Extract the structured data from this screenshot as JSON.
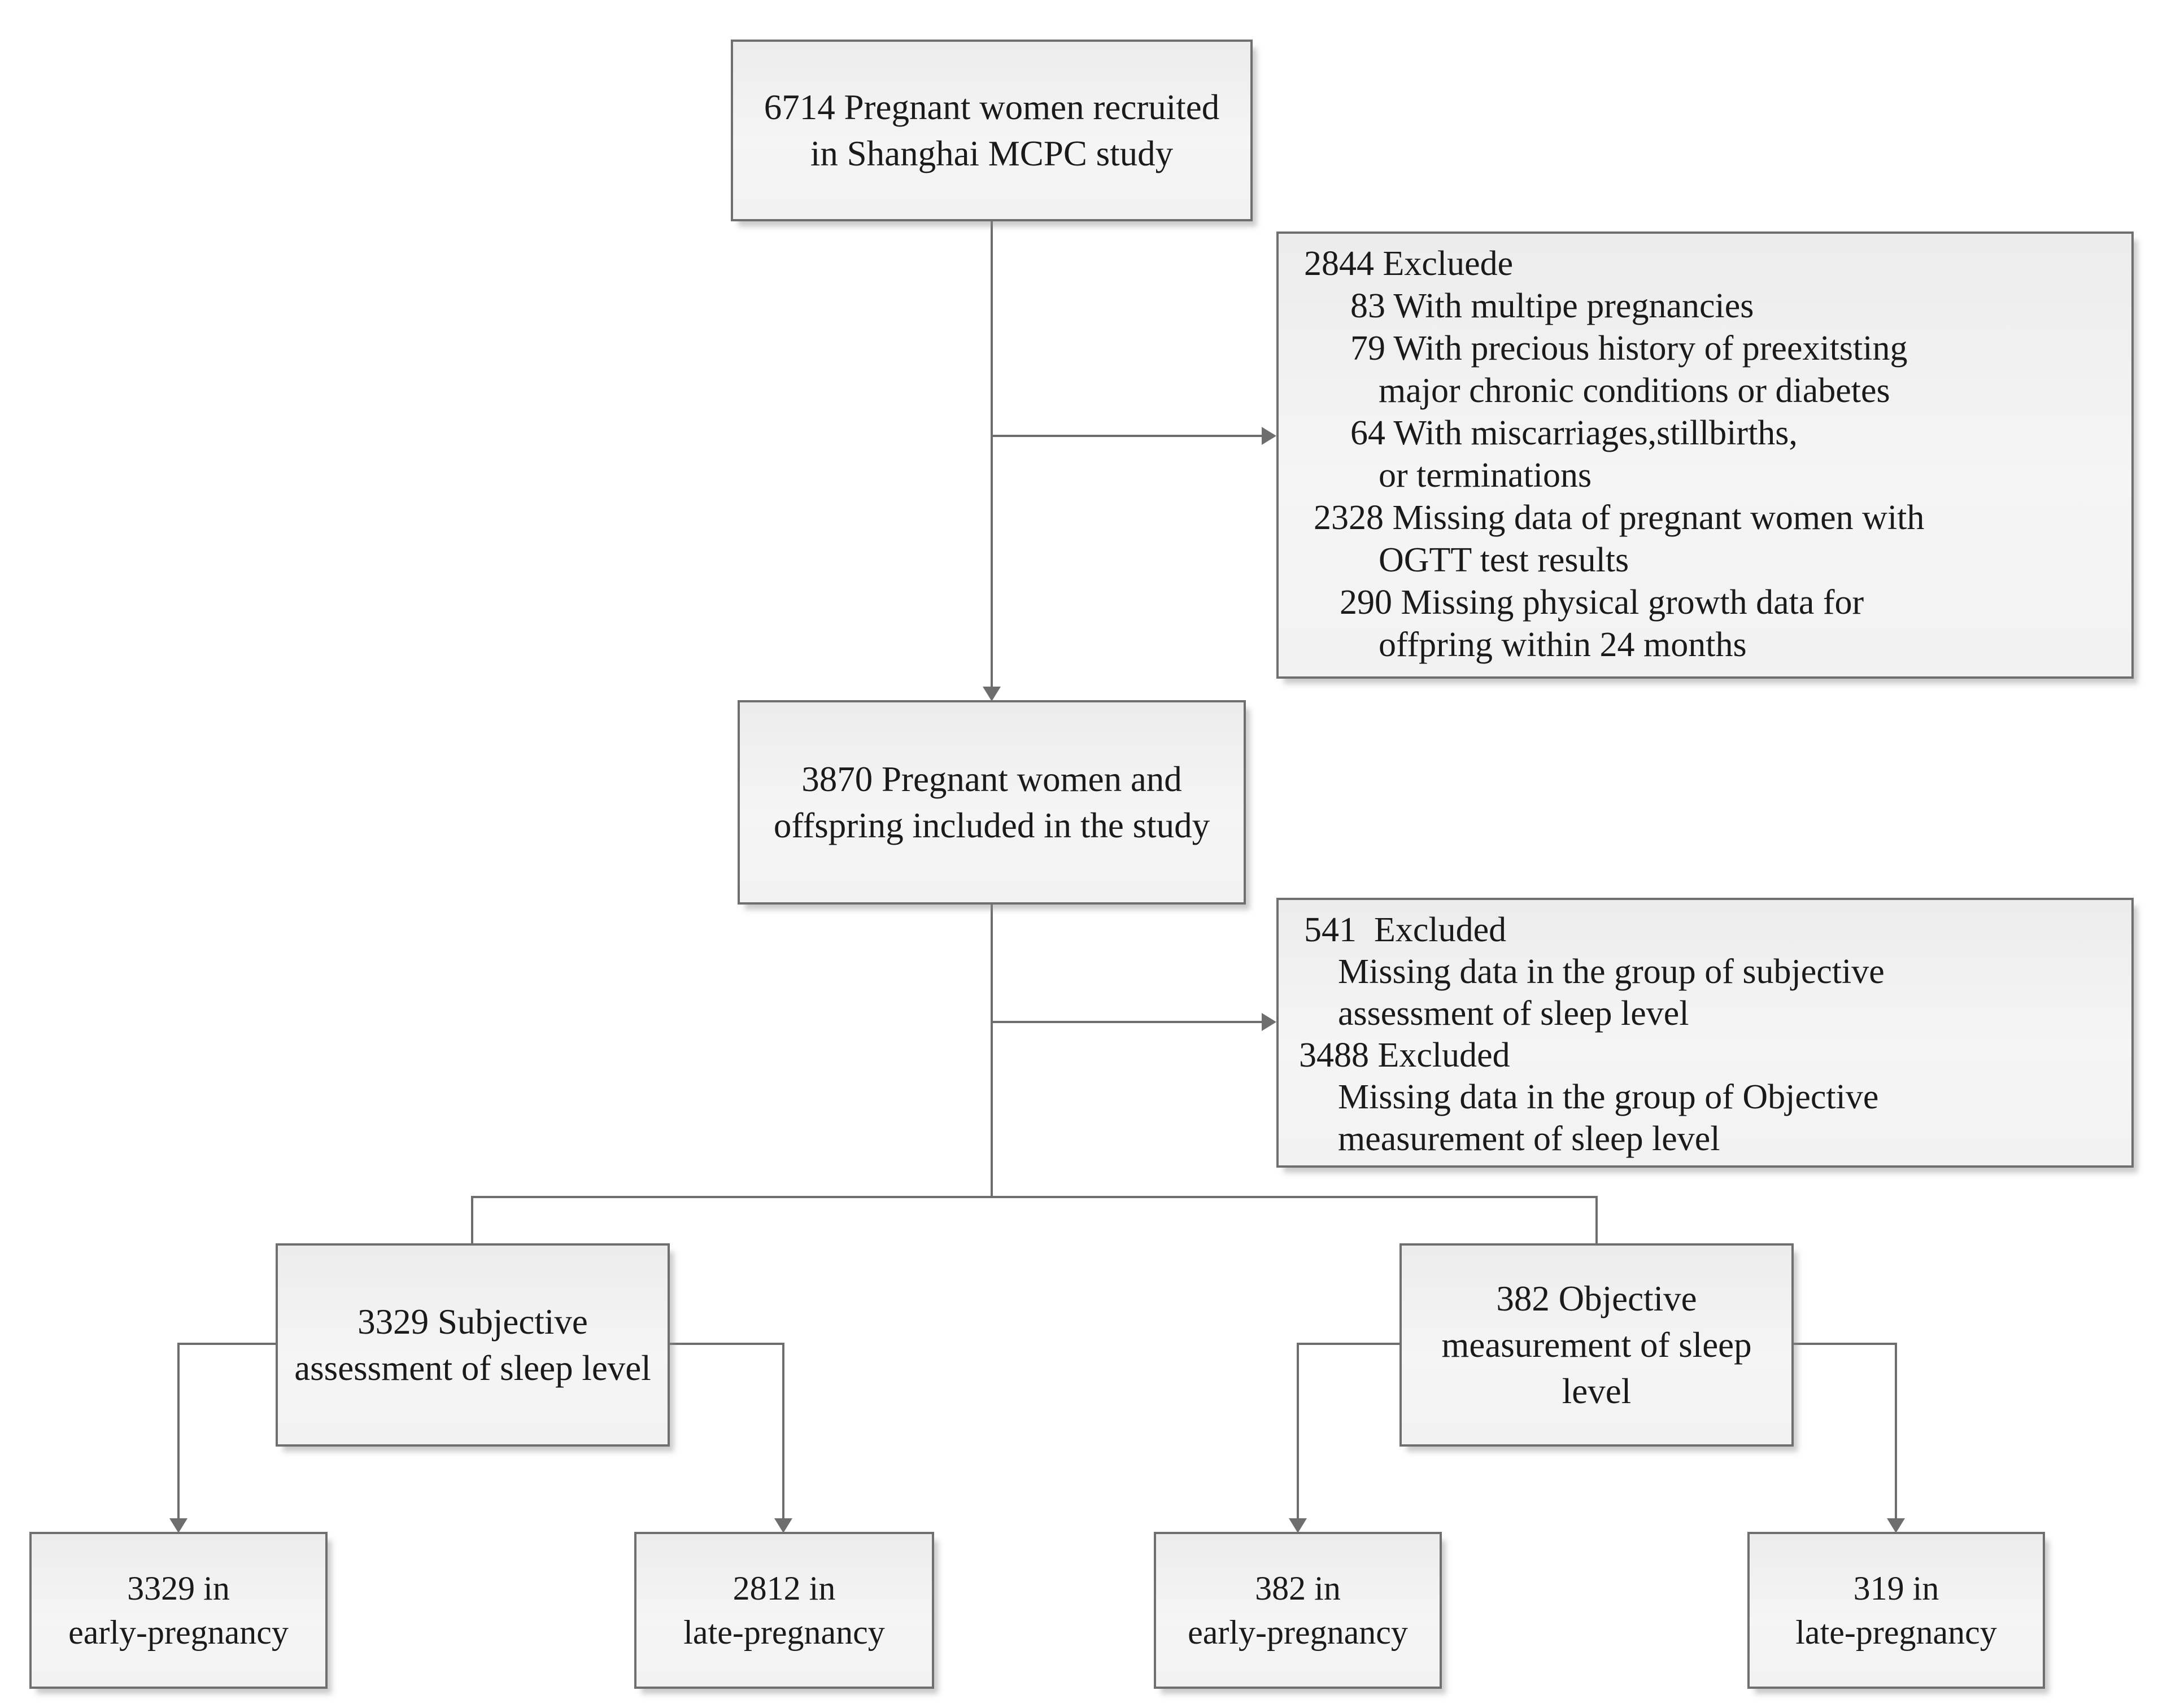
{
  "diagram_type": "study-flowchart",
  "colors": {
    "background": "#ffffff",
    "box_fill_top": "#ececec",
    "box_fill_bottom": "#f2f2f2",
    "box_border": "#6f6f6f",
    "connector_line": "#6e6e6e",
    "text": "#1a1a1a"
  },
  "nodes": {
    "recruited": {
      "label": "6714 Pregnant women recruited\nin Shanghai MCPC study"
    },
    "excluded_first": {
      "lines": [
        "2844 Excluede",
        "83 With multipe pregnancies",
        "79 With precious history of preexitsting",
        "major chronic conditions or diabetes",
        "64 With miscarriages,stillbirths,",
        "or terminations",
        "2328 Missing data of pregnant women with",
        "OGTT test results",
        "290 Missing physical growth data for",
        "offpring within 24 months"
      ]
    },
    "included": {
      "label": "3870 Pregnant women and\noffspring included in the study"
    },
    "excluded_second": {
      "lines": [
        "541  Excluded",
        "Missing data in the group of subjective",
        "assessment of sleep level",
        "3488 Excluded",
        "Missing data in the group of Objective",
        "measurement of sleep level"
      ]
    },
    "subjective": {
      "label": "3329 Subjective\nassessment of sleep level"
    },
    "objective": {
      "label": "382 Objective\nmeasurement of sleep\nlevel"
    },
    "subjective_early": {
      "label": "3329 in\nearly-pregnancy"
    },
    "subjective_late": {
      "label": "2812 in\nlate-pregnancy"
    },
    "objective_early": {
      "label": "382 in\nearly-pregnancy"
    },
    "objective_late": {
      "label": "319 in\nlate-pregnancy"
    }
  }
}
